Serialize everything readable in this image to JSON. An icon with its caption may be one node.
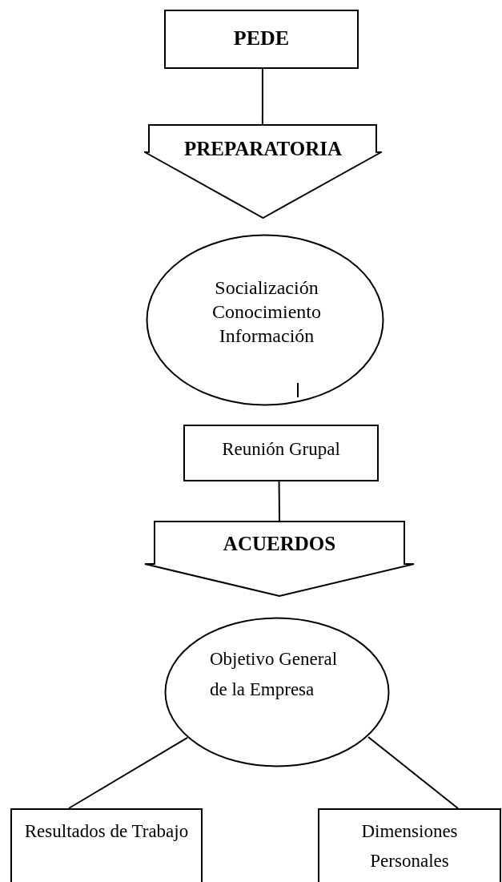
{
  "diagram": {
    "nodes": [
      {
        "text": [
          "PEDE"
        ]
      },
      {
        "text": [
          "PREPARATORIA"
        ]
      },
      {
        "text": [
          "Socialización",
          "Conocimiento",
          "Información"
        ]
      },
      {
        "text": [
          "Reunión Grupal"
        ]
      },
      {
        "text": [
          "ACUERDOS"
        ]
      },
      {
        "text": [
          "Objetivo General de la Empresa"
        ]
      },
      {
        "text": [
          "Resultados de Trabajo"
        ]
      },
      {
        "text": [
          "Dimensiones Personales"
        ]
      }
    ],
    "edges": [
      {
        "from": 0,
        "to": 1,
        "arrow": "none"
      },
      {
        "from": 3,
        "to": 4,
        "arrow": "none"
      },
      {
        "from": 5,
        "to": 6,
        "arrow": "none"
      },
      {
        "from": 5,
        "to": 7,
        "arrow": "none"
      }
    ]
  }
}
